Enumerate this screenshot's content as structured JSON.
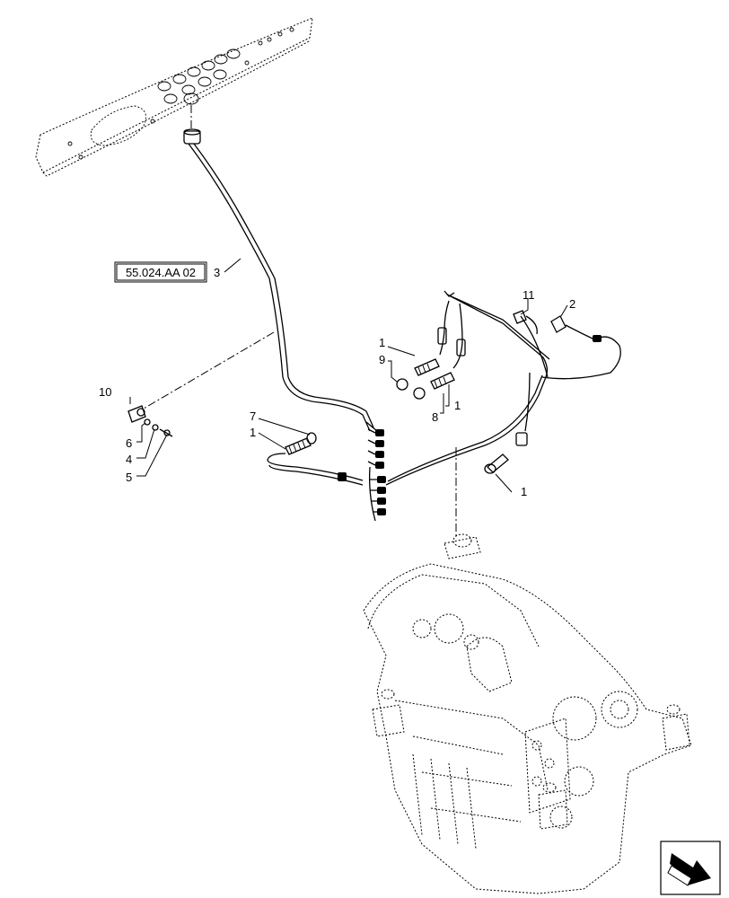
{
  "reference_box": "55.024.AA 02",
  "callouts": [
    {
      "id": "c3",
      "text": "3"
    },
    {
      "id": "c11",
      "text": "11"
    },
    {
      "id": "c2",
      "text": "2"
    },
    {
      "id": "c1a",
      "text": "1"
    },
    {
      "id": "c9",
      "text": "9"
    },
    {
      "id": "c8",
      "text": "8"
    },
    {
      "id": "c1b",
      "text": "1"
    },
    {
      "id": "c10",
      "text": "10"
    },
    {
      "id": "c7",
      "text": "7"
    },
    {
      "id": "c1c",
      "text": "1"
    },
    {
      "id": "c6",
      "text": "6"
    },
    {
      "id": "c4",
      "text": "4"
    },
    {
      "id": "c5",
      "text": "5"
    },
    {
      "id": "c1d",
      "text": "1"
    }
  ],
  "icons": {
    "nav": "next-page-arrow-icon"
  }
}
